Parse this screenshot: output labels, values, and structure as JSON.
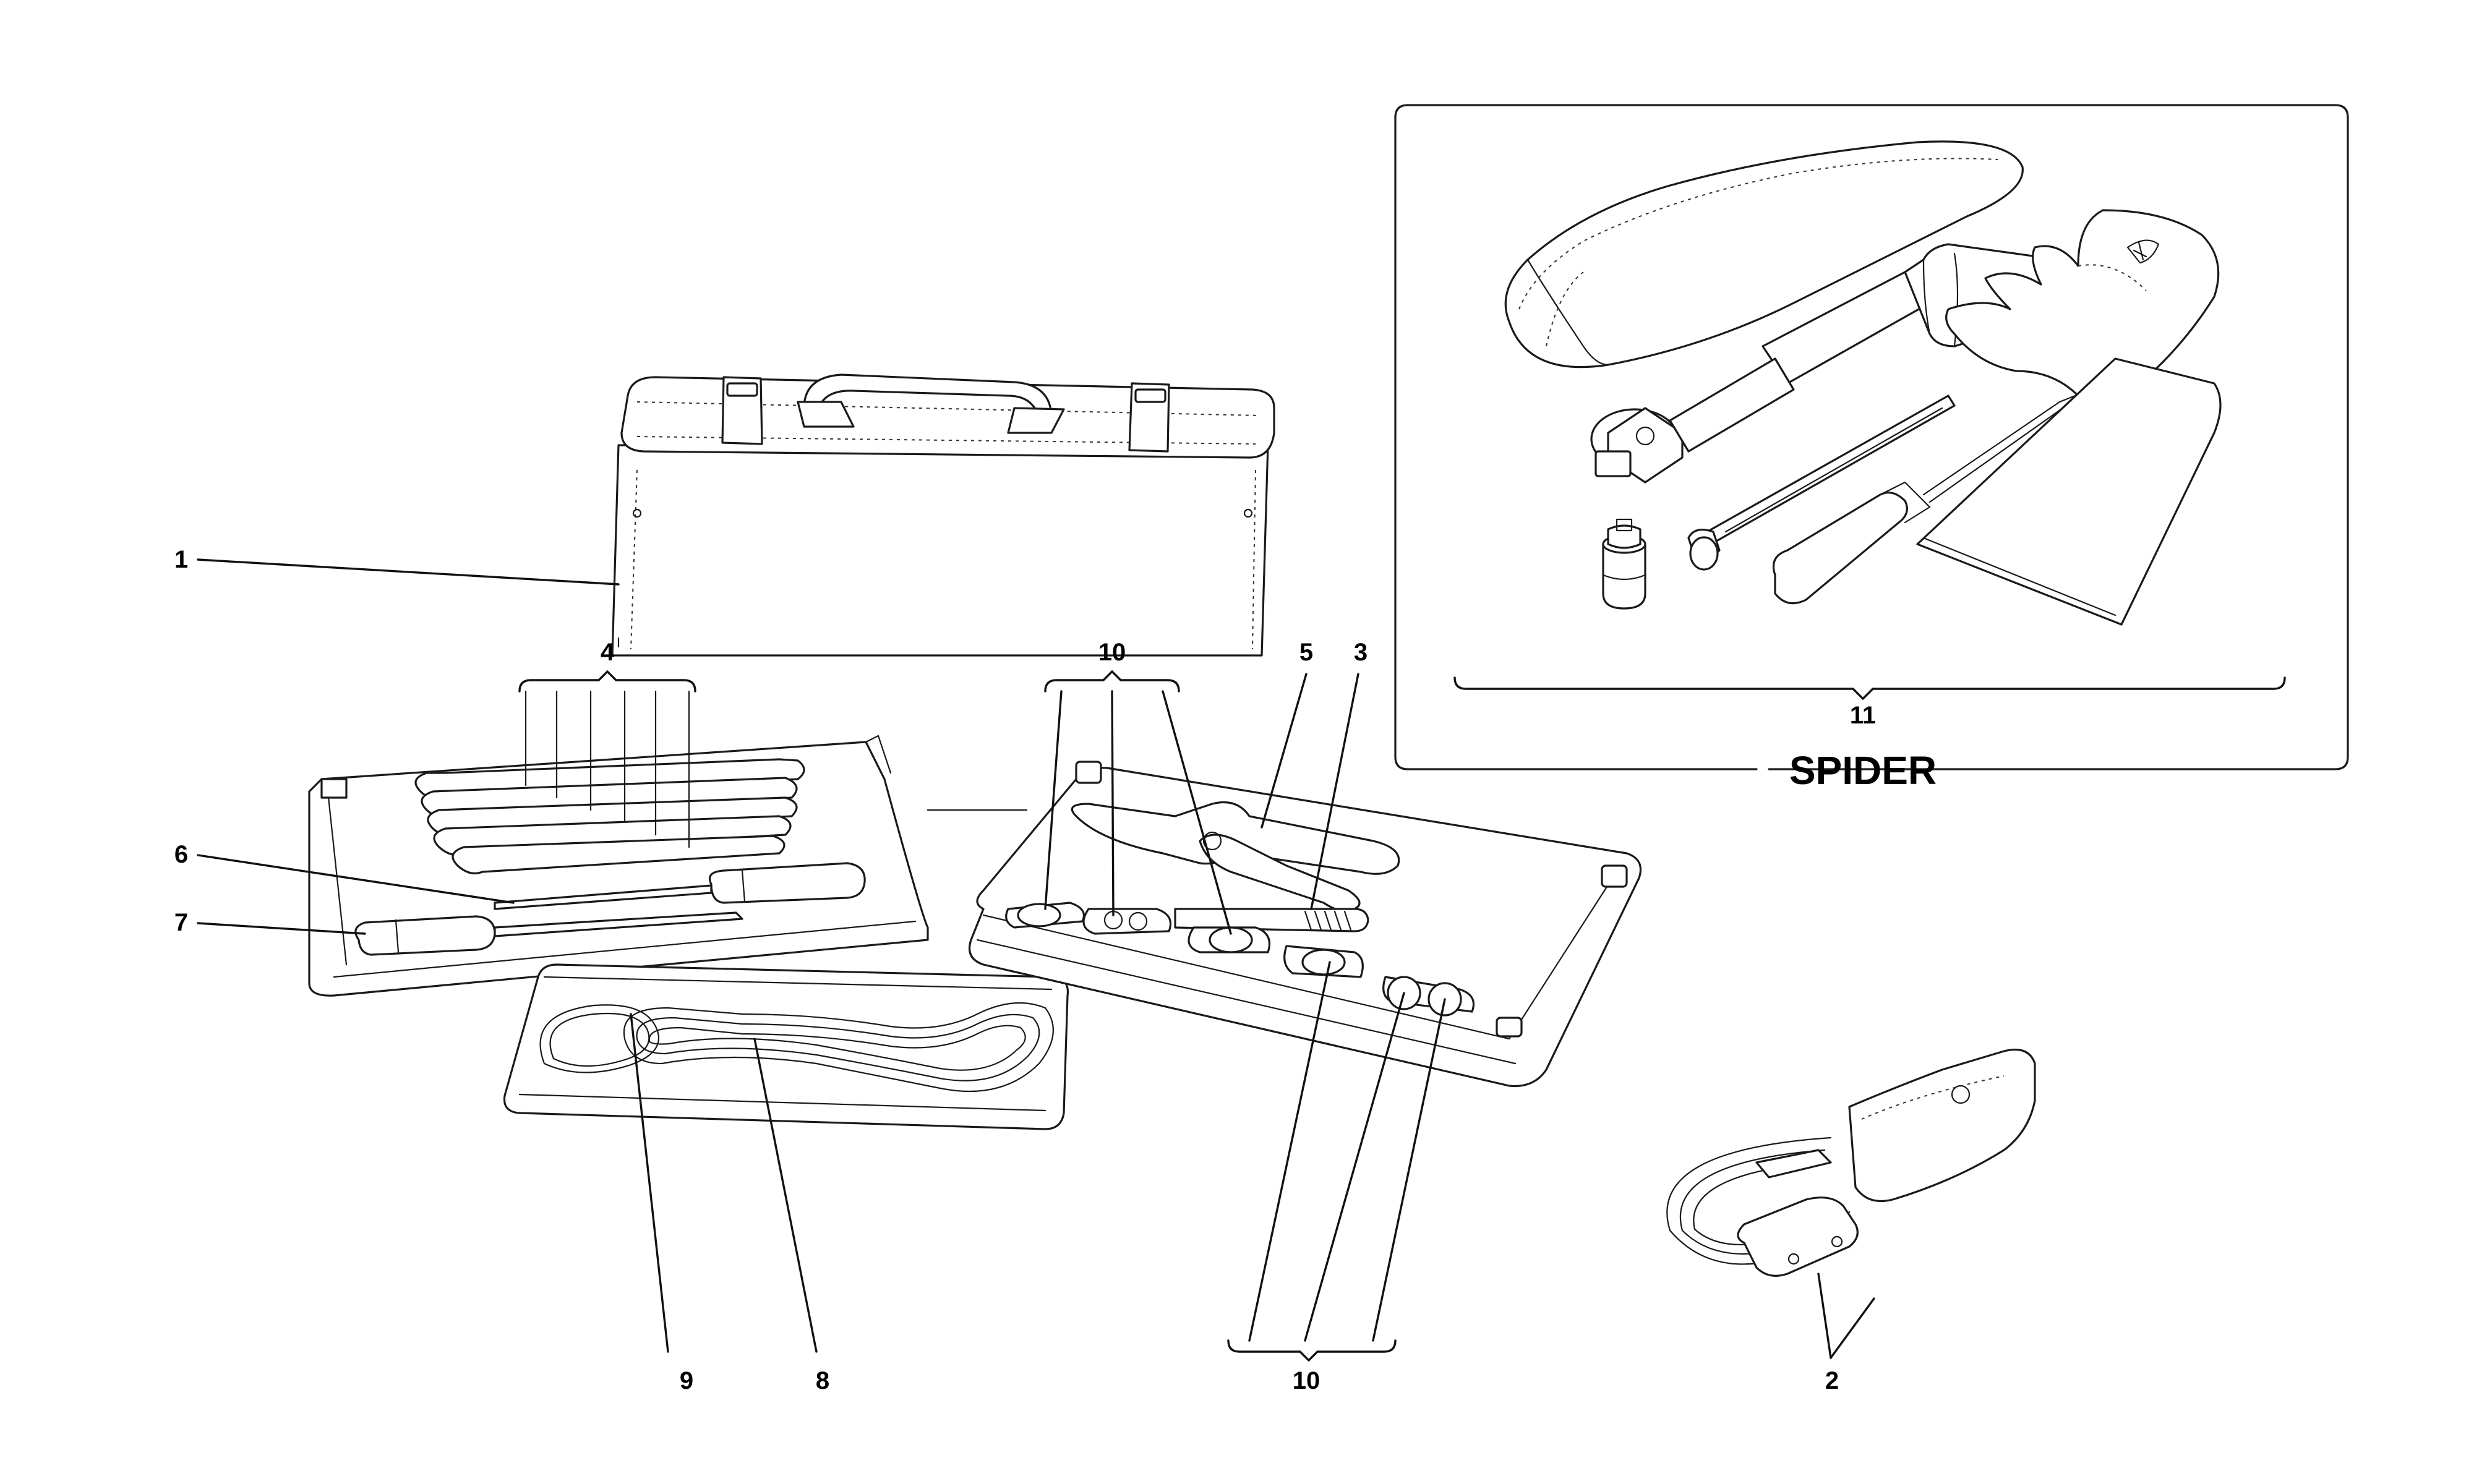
{
  "callouts": {
    "c1": "1",
    "c2": "2",
    "c3": "3",
    "c4": "4",
    "c5": "5",
    "c6": "6",
    "c7": "7",
    "c8": "8",
    "c9": "9",
    "c10_top": "10",
    "c10_bottom": "10",
    "c11": "11"
  },
  "inset": {
    "label": "SPIDER"
  },
  "colors": {
    "ink": "#1a1a1a",
    "background": "#ffffff"
  }
}
